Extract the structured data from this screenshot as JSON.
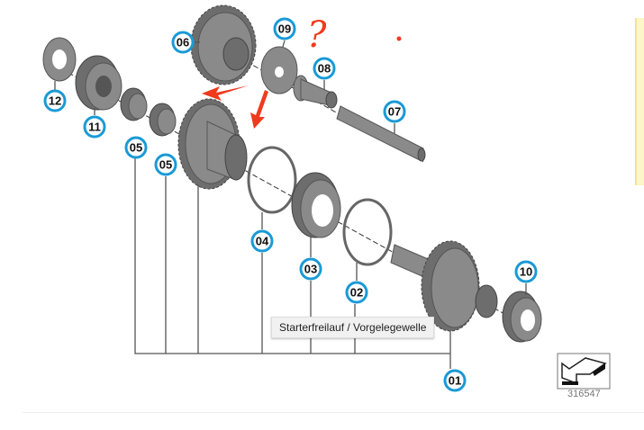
{
  "tooltip": {
    "text": "Starterfreilauf  /  Vorgelegewelle"
  },
  "reference_number": "316547",
  "callouts": {
    "c01": "01",
    "c02": "02",
    "c03": "03",
    "c04": "04",
    "c05a": "05",
    "c05b": "05",
    "c06": "06",
    "c07": "07",
    "c08": "08",
    "c09": "09",
    "c10": "10",
    "c11": "11",
    "c12": "12"
  },
  "annotation": {
    "mark": "?"
  },
  "colors": {
    "callout": "#1a9ad6",
    "annotation": "#f03a1e",
    "side_panel": "#fdf6c8"
  },
  "icons": {
    "nav_arrow": "arrow-down-left-icon"
  }
}
